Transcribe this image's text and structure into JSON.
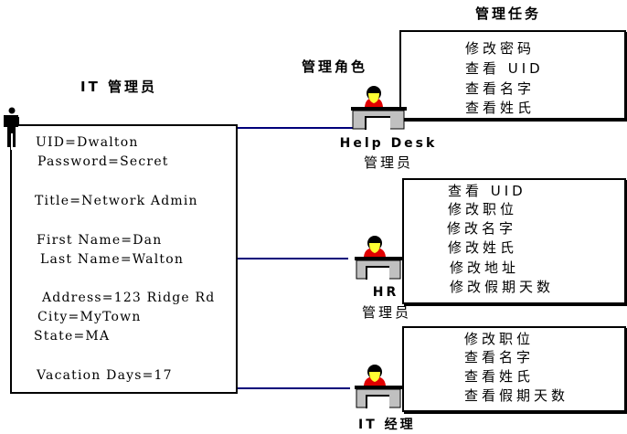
{
  "headings": {
    "tasks": "管理任务",
    "roles": "管理角色",
    "user": "IT 管理员"
  },
  "user_attributes": [
    "UID=Dwalton",
    "Password=Secret",
    "Title=Network Admin",
    "First Name=Dan",
    "Last Name=Walton",
    "Address=123 Ridge Rd",
    "City=MyTown",
    "State=MA",
    "Vacation Days=17"
  ],
  "roles": [
    {
      "name": "Help Desk",
      "sub": "管理员",
      "tasks": [
        "修改密码",
        "查看 UID",
        "查看名字",
        "查看姓氏"
      ]
    },
    {
      "name": "HR",
      "sub": "管理员",
      "tasks": [
        "查看 UID",
        "修改职位",
        "修改名字",
        "修改姓氏",
        "修改地址",
        "修改假期天数"
      ]
    },
    {
      "name": "IT 经理",
      "sub": "",
      "tasks": [
        "修改职位",
        "查看名字",
        "查看姓氏",
        "查看假期天数"
      ]
    }
  ],
  "colors": {
    "connector": "#00007a",
    "person_shirt": "#e00000",
    "person_face": "#ffff33",
    "desk": "#c0c0c0"
  }
}
